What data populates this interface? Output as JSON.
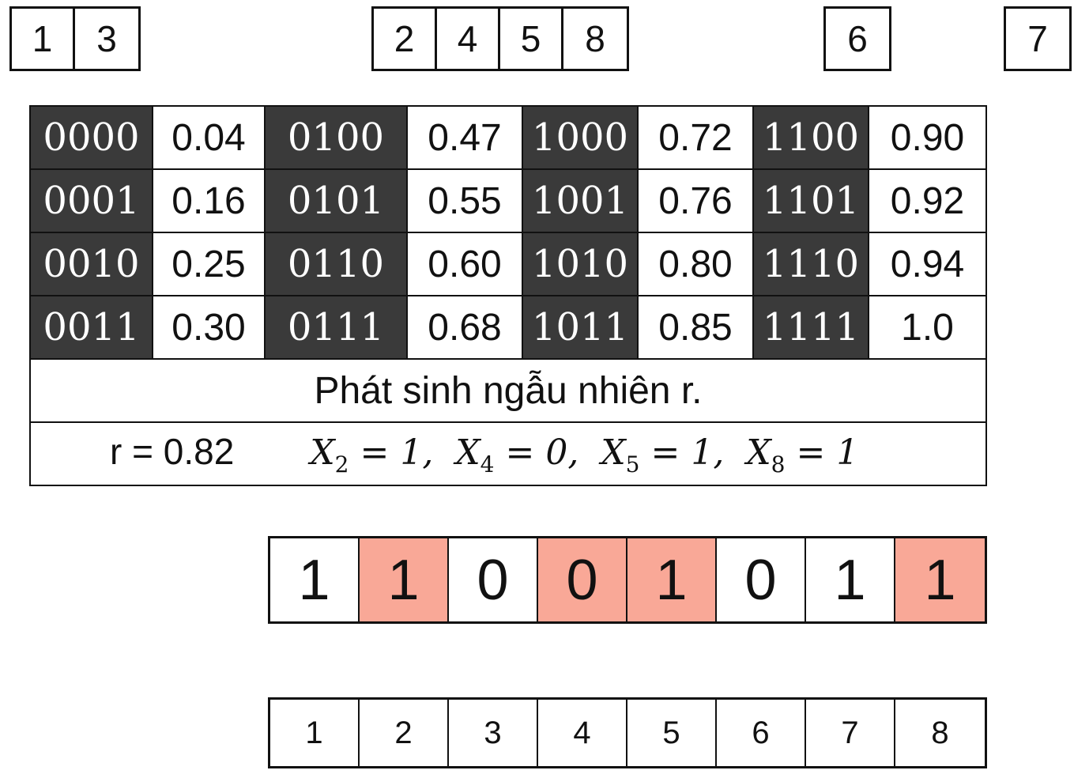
{
  "groups": [
    {
      "items": [
        "1",
        "3"
      ]
    },
    {
      "items": [
        "2",
        "4",
        "5",
        "8"
      ]
    },
    {
      "items": [
        "6"
      ]
    },
    {
      "items": [
        "7"
      ]
    }
  ],
  "lookup": {
    "rows": [
      [
        [
          "0000",
          "0.04"
        ],
        [
          "0100",
          "0.47"
        ],
        [
          "1000",
          "0.72"
        ],
        [
          "1100",
          "0.90"
        ]
      ],
      [
        [
          "0001",
          "0.16"
        ],
        [
          "0101",
          "0.55"
        ],
        [
          "1001",
          "0.76"
        ],
        [
          "1101",
          "0.92"
        ]
      ],
      [
        [
          "0010",
          "0.25"
        ],
        [
          "0110",
          "0.60"
        ],
        [
          "1010",
          "0.80"
        ],
        [
          "1110",
          "0.94"
        ]
      ],
      [
        [
          "0011",
          "0.30"
        ],
        [
          "0111",
          "0.68"
        ],
        [
          "1011",
          "0.85"
        ],
        [
          "1111",
          "1.0"
        ]
      ]
    ],
    "note": "Phát sinh ngẫu nhiên r.",
    "r_label": "r = 0.82",
    "assignments": [
      {
        "var": "X",
        "sub": "2",
        "val": "= 1,"
      },
      {
        "var": "X",
        "sub": "4",
        "val": "= 0,"
      },
      {
        "var": "X",
        "sub": "5",
        "val": "= 1,"
      },
      {
        "var": "X",
        "sub": "8",
        "val": "= 1"
      }
    ]
  },
  "bits": [
    {
      "value": "1",
      "highlight": false
    },
    {
      "value": "1",
      "highlight": true
    },
    {
      "value": "0",
      "highlight": false
    },
    {
      "value": "0",
      "highlight": true
    },
    {
      "value": "1",
      "highlight": true
    },
    {
      "value": "0",
      "highlight": false
    },
    {
      "value": "1",
      "highlight": false
    },
    {
      "value": "1",
      "highlight": true
    }
  ],
  "positions": [
    "1",
    "2",
    "3",
    "4",
    "5",
    "6",
    "7",
    "8"
  ],
  "colors": {
    "dark_cell": "#3a3a3a",
    "highlight": "#f9a897"
  }
}
